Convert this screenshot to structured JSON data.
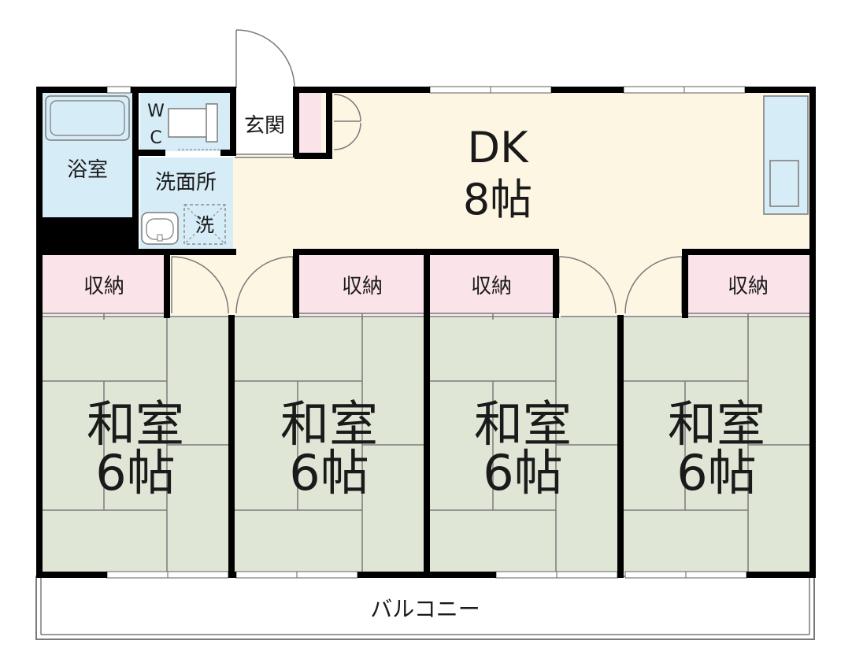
{
  "colors": {
    "dk_floor": "#fdf6e3",
    "wet_area": "#d6ecf7",
    "storage": "#fbe3ea",
    "tatami": "#e0e6d6",
    "wall": "#000000",
    "line": "#7a7a7a"
  },
  "rooms": {
    "bath": "浴室",
    "wc_w": "W",
    "wc_c": "C",
    "entrance": "玄関",
    "washroom": "洗面所",
    "washer": "洗",
    "dk_name": "DK",
    "dk_size": "8帖",
    "balcony": "バルコニー"
  },
  "closets": [
    "収納",
    "収納",
    "収納",
    "収納"
  ],
  "washitsu": [
    {
      "name": "和室",
      "size": "6帖"
    },
    {
      "name": "和室",
      "size": "6帖"
    },
    {
      "name": "和室",
      "size": "6帖"
    },
    {
      "name": "和室",
      "size": "6帖"
    }
  ]
}
